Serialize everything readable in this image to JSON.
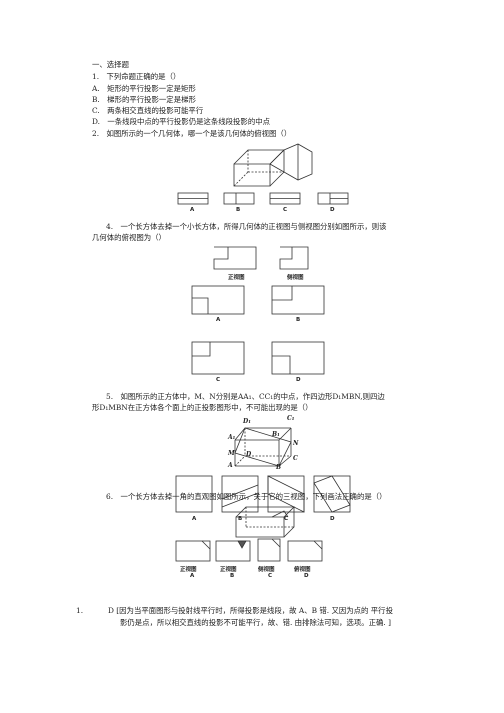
{
  "section_title": "一、选择题",
  "q1": {
    "stem": "1.　下列命题正确的是（）",
    "options": [
      "A.　矩形的平行投影一定是矩形",
      "B.　梯形的平行投影一定是梯形",
      "C.　两条相交直线的投影可能平行",
      "D.　一条线段中点的平行投影仍是这条线段投影的中点"
    ]
  },
  "q2": {
    "stem": "2.　如图所示的一个几何体，哪一个是该几何体的俯视图（）",
    "choice_labels": [
      "A",
      "B",
      "C",
      "D"
    ]
  },
  "q4": {
    "stem_line1": "4.　一个长方体去掉一个小长方体，所得几何体的正视图与侧视图分别如图所示，则该",
    "stem_line2": "几何体的俯视图为（）",
    "front_label": "正视图",
    "side_label": "侧视图",
    "choice_labels": [
      "A",
      "B",
      "C",
      "D"
    ]
  },
  "q5": {
    "stem_line1": "5.　如图所示的正方体中，M、N分别是AA₁、CC₁的中点，作四边形D₁MBN,则四边",
    "stem_line2": "形D₁MBN在正方体各个面上的正投影图形中，不可能出现的是（）",
    "cube_labels": {
      "D1": "D₁",
      "C1": "C₁",
      "A1": "A₁",
      "B1": "B₁",
      "M": "M",
      "N": "N",
      "D": "D",
      "C": "C",
      "A": "A",
      "B": "B"
    },
    "choice_labels": [
      "A",
      "B",
      "C",
      "D"
    ]
  },
  "q6": {
    "stem": "6.　一个长方体去掉一角的直观图如图所示，关于它的三视图，下列画法正确的是（）",
    "view_labels": [
      "正视图",
      "正视图",
      "侧视图",
      "俯视图"
    ],
    "choice_labels": [
      "A",
      "B",
      "C",
      "D"
    ]
  },
  "answer": {
    "number": "1.",
    "line1": "D [因为当平面图形与投射线平行时，所得投影是线段，故 A、B 错. 又因为点的  平行投",
    "line2": "影仍是点，所以相交直线的投影不可能平行，故、错. 由排除法可知，选项。正确. ]"
  }
}
